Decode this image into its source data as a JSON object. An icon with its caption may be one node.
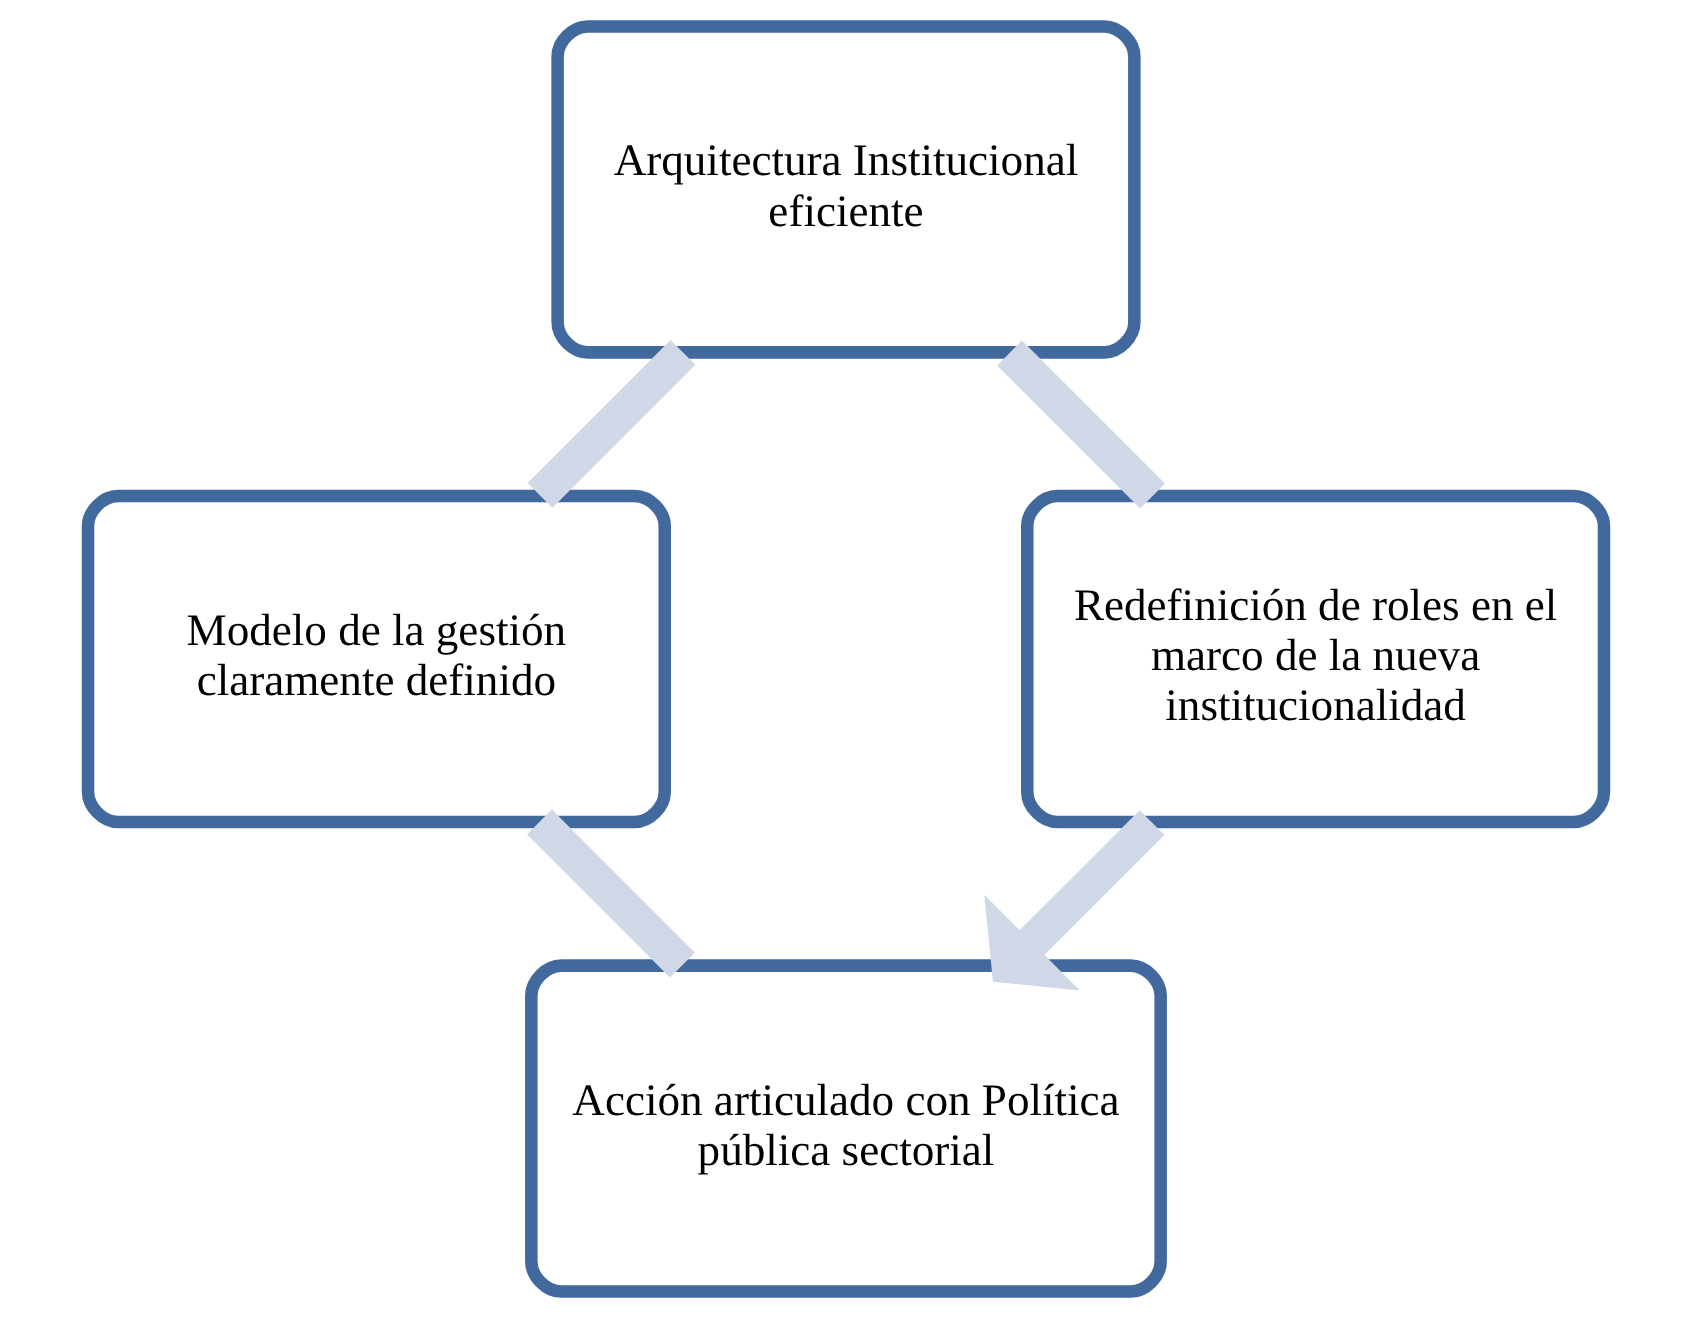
{
  "diagram": {
    "nodes": [
      {
        "text": [
          "Acción articulado con Política pública sectorial"
        ]
      },
      {
        "text": [
          "Modelo de la gestión claramente definido"
        ]
      },
      {
        "text": [
          "Arquitectura Institucional eficiente"
        ]
      },
      {
        "text": [
          "Redefinición de roles en el marco de la nueva institucionalidad"
        ]
      }
    ],
    "edges": [
      {
        "from": 0,
        "to": 1,
        "arrow": "none"
      },
      {
        "from": 1,
        "to": 2,
        "arrow": "none"
      },
      {
        "from": 2,
        "to": 3,
        "arrow": "none"
      },
      {
        "from": 3,
        "to": 0,
        "arrow": "to"
      }
    ]
  }
}
